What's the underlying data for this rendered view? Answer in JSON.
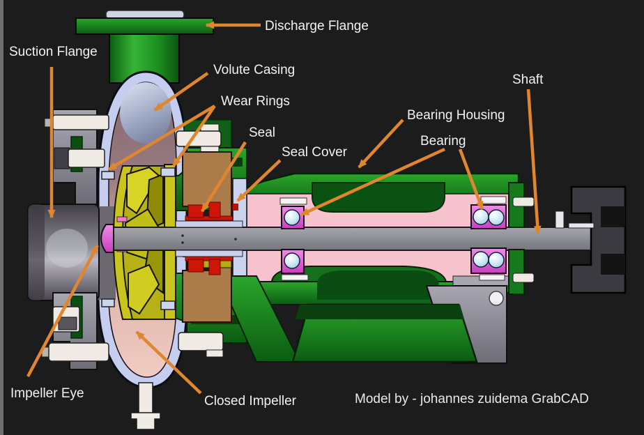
{
  "diagram": {
    "title_hidden": "",
    "credit": "Model by  - johannes zuidema GrabCAD",
    "labels": {
      "discharge_flange": {
        "text": "Discharge Flange"
      },
      "suction_flange": {
        "text": "Suction Flange"
      },
      "volute_casing": {
        "text": "Volute Casing"
      },
      "wear_rings": {
        "text": "Wear Rings"
      },
      "seal": {
        "text": "Seal"
      },
      "seal_cover": {
        "text": "Seal Cover"
      },
      "bearing_housing": {
        "text": "Bearing Housing"
      },
      "bearing": {
        "text": "Bearing"
      },
      "shaft": {
        "text": "Shaft"
      },
      "impeller_eye": {
        "text": "Impeller Eye"
      },
      "closed_impeller": {
        "text": "Closed Impeller"
      }
    },
    "colors": {
      "background": "#1c1c1c",
      "arrow": "#e0862e",
      "label_text": "#f2f2f2",
      "casing_green": "#1b8a22",
      "casing_green_dark": "#0c5412",
      "volute_lavender": "#c5cdf0",
      "interior_pink": "#e8c0ba",
      "interior_mauve": "#93767b",
      "housing_lining_pink": "#f6c2cd",
      "impeller_yellow": "#c6c21c",
      "shaft_gray": "#8e8e96",
      "bearing_magenta": "#cc14cc",
      "ball_blue": "#cfeaf6",
      "seal_red": "#cf1507",
      "gland_brown": "#ab7b4a",
      "coupling_dark": "#3a3a40",
      "metal_gray": "#9a98a2",
      "bolt_cream": "#efeae4"
    }
  }
}
